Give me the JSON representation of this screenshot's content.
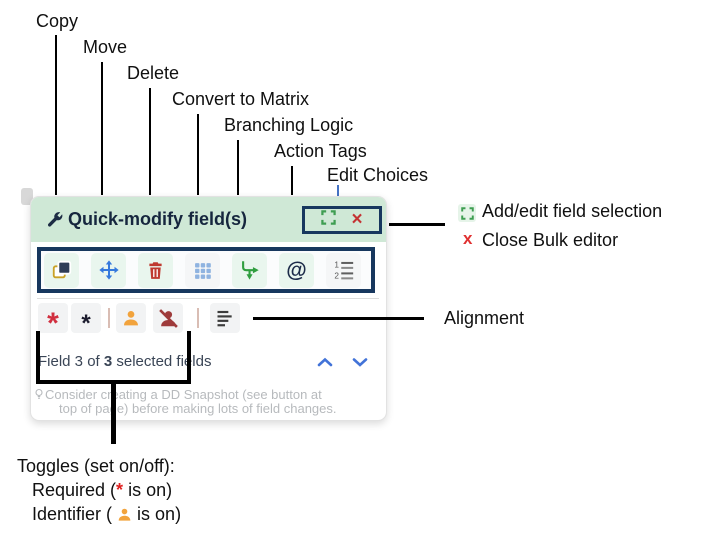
{
  "panel": {
    "title": "Quick-modify field(s)",
    "header_buttons": {
      "expand_icon": "add-edit-selection-expand-icon",
      "close_glyph": "×"
    },
    "toolbar": {
      "at_symbol": "@",
      "items": [
        "copy-icon",
        "move-icon",
        "trash-icon",
        "matrix-grid-icon",
        "branching-logic-icon",
        "action-tags-at-icon",
        "edit-choices-numbered-list-icon"
      ]
    },
    "toggle_row_items": [
      "required-on-asterisk-icon",
      "required-off-asterisk-icon",
      "identifier-on-person-icon",
      "identifier-off-person-slash-icon",
      "alignment-icon"
    ],
    "status": {
      "pre": "Field 3 of ",
      "count": "3",
      "post": " selected fields"
    },
    "tip_line1": "Consider creating a DD Snapshot (see button at",
    "tip_line2": "top of page) before making lots of field changes."
  },
  "callouts": {
    "copy": "Copy",
    "move": "Move",
    "delete": "Delete",
    "convert_to_matrix": "Convert to Matrix",
    "branching_logic": "Branching Logic",
    "action_tags": "Action Tags",
    "edit_choices": "Edit Choices",
    "add_edit_selection": "Add/edit field selection",
    "close_x_glyph": "x",
    "close_bulk_editor": "Close Bulk editor",
    "alignment": "Alignment",
    "toggles_title": "Toggles (set on/off):",
    "required_pre": "Required (",
    "required_star": "*",
    "required_post": " is on)",
    "identifier_pre": "Identifier (",
    "identifier_post": "is on)"
  },
  "glyphs": {
    "asterisk": "*"
  },
  "colors": {
    "header_green": "#cfe8d6",
    "tile_green": "#e9f6ee",
    "tile_gray": "#f5f6f7",
    "navy_outline": "#17375e",
    "move_blue": "#3579dd",
    "trash_red": "#bf3a30",
    "matrix_blue": "#8fb3e0",
    "branch_green": "#2f9e3f",
    "asterisk_red": "#d12f3f",
    "person_orange": "#f2a33c",
    "person_dark_red": "#9e3b3b",
    "chevron_blue": "#4273d8",
    "tip_gray": "#b7babd",
    "callout_black": "#000000",
    "edit_choices_line_blue": "#4472c4",
    "close_red": "#e03131"
  }
}
